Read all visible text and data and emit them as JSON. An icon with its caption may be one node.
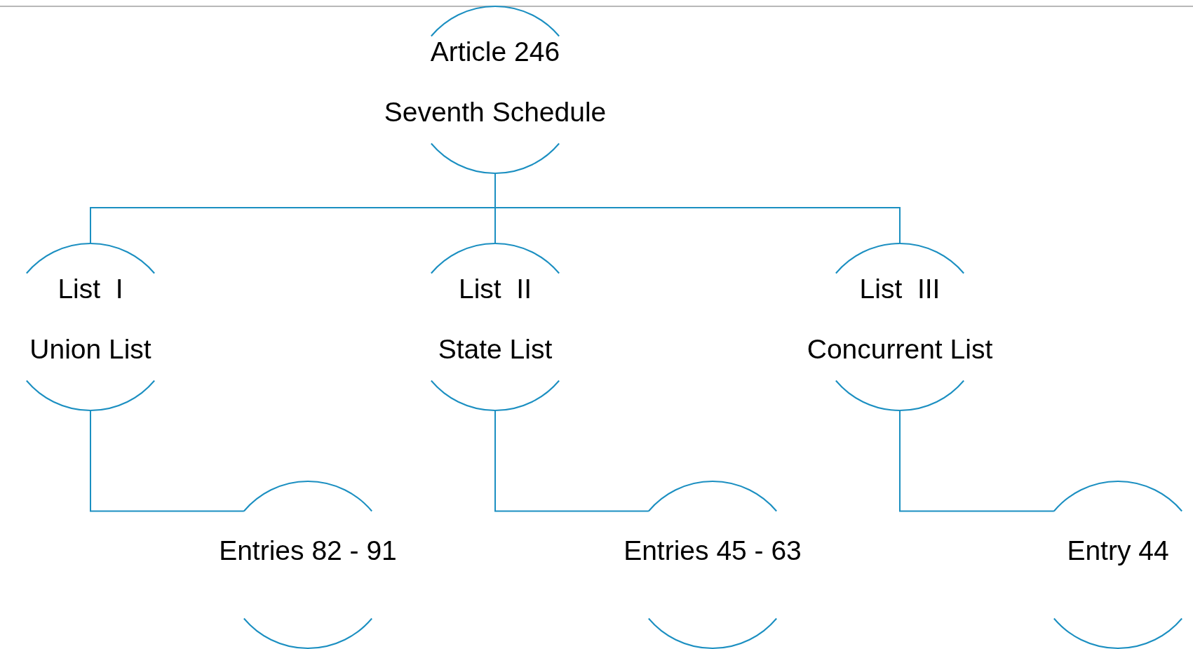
{
  "diagram": {
    "nodes": [
      {
        "text": [
          "Article 246",
          "Seventh Schedule"
        ]
      },
      {
        "text": [
          "List  I",
          "Union List"
        ]
      },
      {
        "text": [
          "List  II",
          "State List"
        ]
      },
      {
        "text": [
          "List  III",
          "Concurrent List"
        ]
      },
      {
        "text": [
          "Entries 82 - 91"
        ]
      },
      {
        "text": [
          "Entries 45 - 63"
        ]
      },
      {
        "text": [
          "Entry 44"
        ]
      }
    ],
    "edges": [
      {
        "from": 0,
        "to": 1,
        "arrow": "none"
      },
      {
        "from": 0,
        "to": 2,
        "arrow": "none"
      },
      {
        "from": 0,
        "to": 3,
        "arrow": "none"
      },
      {
        "from": 1,
        "to": 4,
        "arrow": "none"
      },
      {
        "from": 2,
        "to": 5,
        "arrow": "none"
      },
      {
        "from": 3,
        "to": 6,
        "arrow": "none"
      }
    ]
  }
}
